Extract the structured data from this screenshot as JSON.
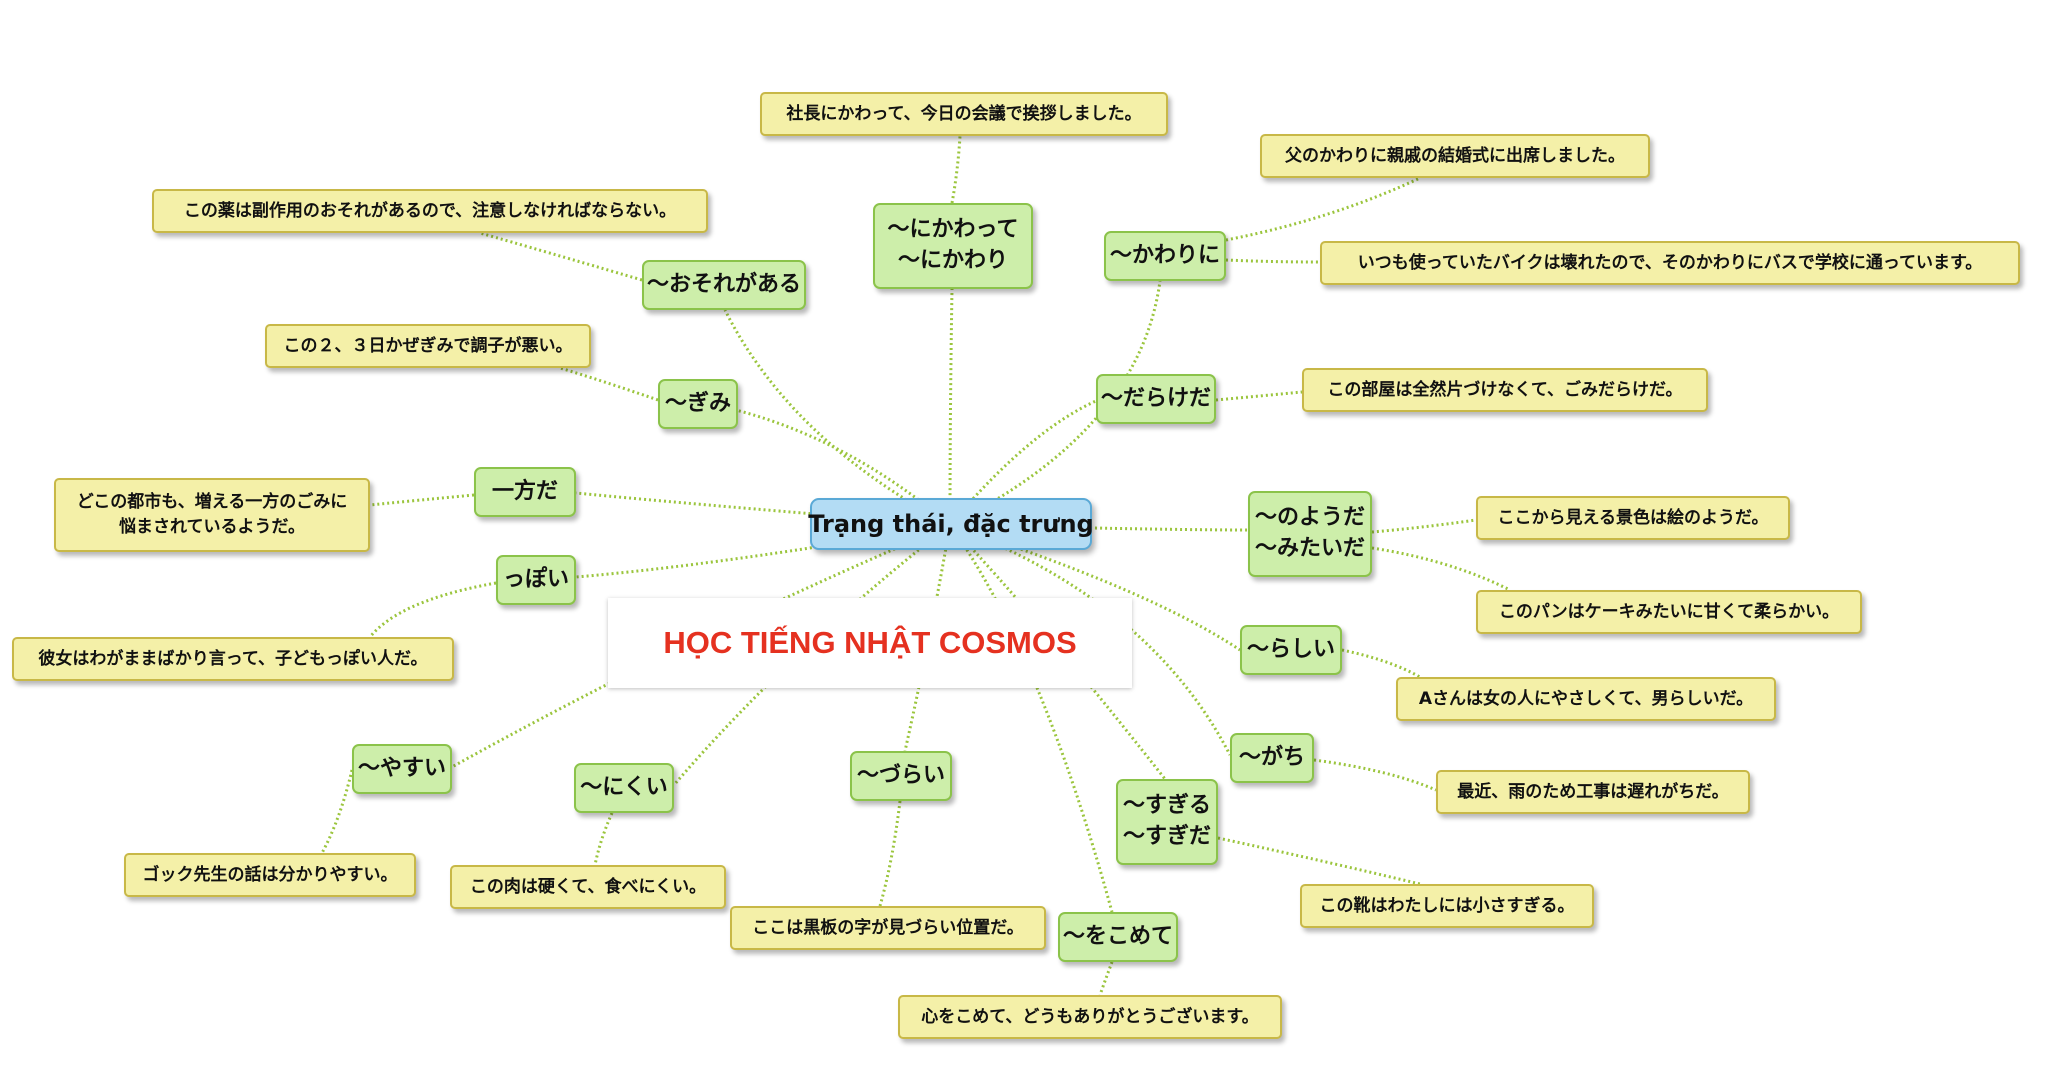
{
  "central_topic": "Trạng thái, đặc trưng",
  "brand_banner": "HỌC TIẾNG NHẬT COSMOS",
  "colors": {
    "grammar_fill": "#cdeeaa",
    "grammar_border": "#8bc34a",
    "example_fill": "#f4f0a8",
    "example_border": "#c8b847",
    "center_fill": "#b3dcf4",
    "brand_text": "#e53120",
    "connector": "#9bc53d"
  },
  "grammar_nodes": {
    "niKawatte": "〜にかわって\n〜にかわり",
    "kawariNi": "〜かわりに",
    "osoreGaAru": "〜おそれがある",
    "gimi": "〜ぎみ",
    "darakeDa": "〜だらけだ",
    "ippouDa": "一方だ",
    "noYouDa": "〜のようだ\n〜みたいだ",
    "ppoi": "っぽい",
    "rashii": "〜らしい",
    "gachi": "〜がち",
    "yasui": "〜やすい",
    "nikui": "〜にくい",
    "zurai": "〜づらい",
    "sugiru": "〜すぎる\n〜すぎだ",
    "wokomete": "〜をこめて"
  },
  "example_nodes": {
    "niKawatte": "社長にかわって、今日の会議で挨拶しました。",
    "kawariNi1": "父のかわりに親戚の結婚式に出席しました。",
    "kawariNi2": "いつも使っていたバイクは壊れたので、そのかわりにバスで学校に通っています。",
    "osoreGaAru": "この薬は副作用のおそれがあるので、注意しなければならない。",
    "gimi": "この２、３日かぜぎみで調子が悪い。",
    "darakeDa": "この部屋は全然片づけなくて、ごみだらけだ。",
    "ippouDa": "どこの都市も、増える一方のごみに\n悩まされているようだ。",
    "noYouDa": "ここから見える景色は絵のようだ。",
    "mitaiDa": "このパンはケーキみたいに甘くて柔らかい。",
    "ppoi": "彼女はわがままばかり言って、子どもっぽい人だ。",
    "rashii": "Aさんは女の人にやさしくて、男らしいだ。",
    "gachi": "最近、雨のため工事は遅れがちだ。",
    "yasui": "ゴック先生の話は分かりやすい。",
    "nikui": "この肉は硬くて、食べにくい。",
    "zurai": "ここは黒板の字が見づらい位置だ。",
    "sugiru": "この靴はわたしには小さすぎる。",
    "wokomete": "心をこめて、どうもありがとうございます。"
  }
}
